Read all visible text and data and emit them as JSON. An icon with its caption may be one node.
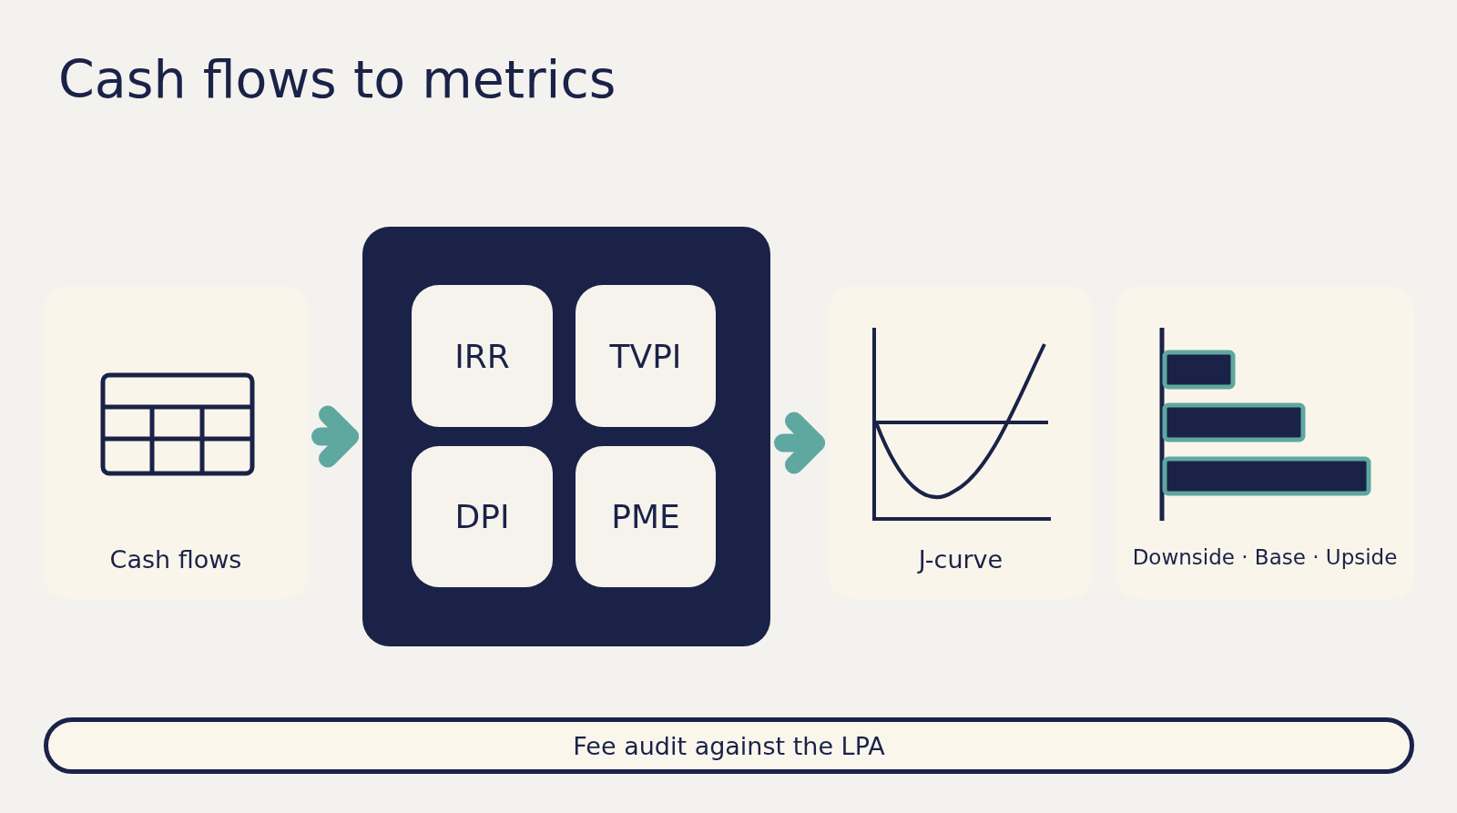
{
  "diagram": {
    "title": "Cash flows to metrics",
    "nodes": [
      {
        "text": [
          "Cash flows"
        ]
      },
      {
        "text": [],
        "shape": "box"
      },
      {
        "text": [
          "IRR"
        ],
        "in": 1
      },
      {
        "text": [
          "TVPI"
        ],
        "in": 1
      },
      {
        "text": [
          "DPI"
        ],
        "in": 1
      },
      {
        "text": [
          "PME"
        ],
        "in": 1
      },
      {
        "text": [
          "J-curve"
        ]
      },
      {
        "text": [
          "Downside · Base · Upside"
        ]
      },
      {
        "text": [
          "Fee audit against the LPA"
        ]
      }
    ],
    "edges": [
      {
        "from": 0,
        "to": 1,
        "arrow": "to"
      },
      {
        "from": 1,
        "to": 6,
        "arrow": "to"
      }
    ]
  }
}
